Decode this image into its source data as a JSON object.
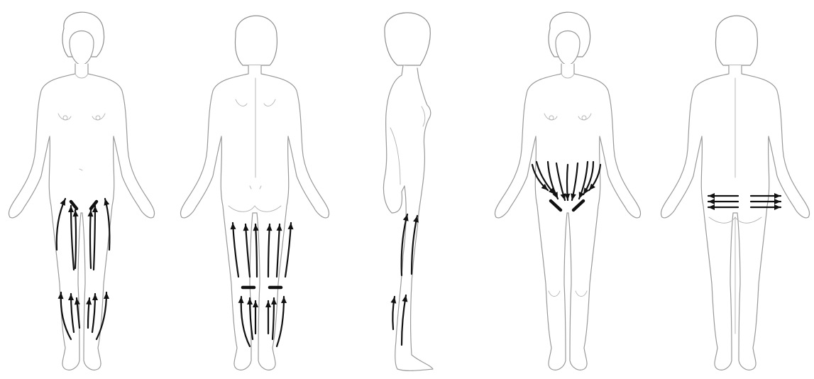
{
  "figures": [
    {
      "view": "front",
      "arrows_group": "front-legs-upward"
    },
    {
      "view": "back",
      "arrows_group": "back-legs-upward"
    },
    {
      "view": "side",
      "arrows_group": "side-leg-upward"
    },
    {
      "view": "front",
      "arrows_group": "abdomen-downward-to-groin"
    },
    {
      "view": "back",
      "arrows_group": "buttocks-outward"
    }
  ],
  "colors": {
    "outline": "#9a9a9a",
    "arrows": "#111111",
    "background": "#ffffff"
  }
}
